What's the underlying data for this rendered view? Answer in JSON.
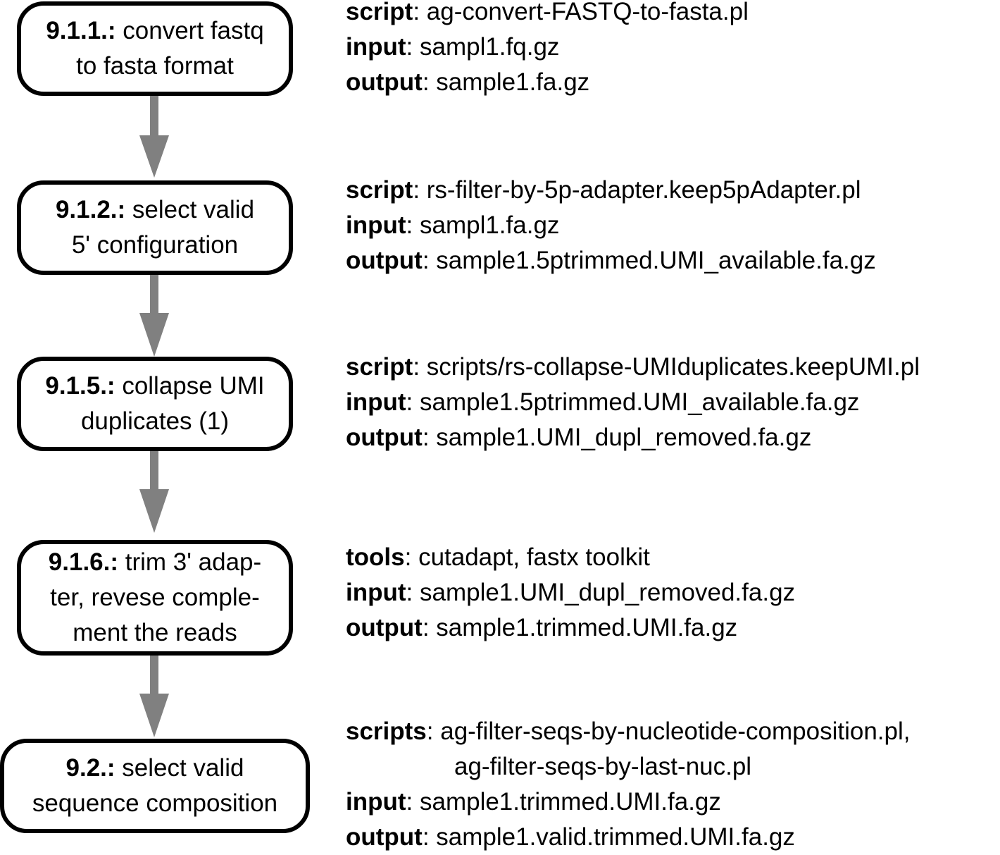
{
  "colors": {
    "box_border": "#000000",
    "arrow": "#808080",
    "background": "#ffffff",
    "text": "#000000"
  },
  "steps": [
    {
      "id": "9.1.1.:",
      "desc_line1": " convert fastq",
      "desc_line2": "to fasta format",
      "desc_line3": "",
      "info": [
        {
          "key": "script",
          "sep": ": ",
          "value": "ag-convert-FASTQ-to-fasta.pl"
        },
        {
          "key": "input",
          "sep": ": ",
          "value": "sampl1.fq.gz"
        },
        {
          "key": "output",
          "sep": ": ",
          "value": "sample1.fa.gz"
        }
      ]
    },
    {
      "id": "9.1.2.:",
      "desc_line1": " select valid",
      "desc_line2": "5' configuration",
      "desc_line3": "",
      "info": [
        {
          "key": "script",
          "sep": ": ",
          "value": "rs-filter-by-5p-adapter.keep5pAdapter.pl"
        },
        {
          "key": "input",
          "sep": ": ",
          "value": "sampl1.fa.gz"
        },
        {
          "key": "output",
          "sep": ": ",
          "value": "sample1.5ptrimmed.UMI_available.fa.gz"
        }
      ]
    },
    {
      "id": "9.1.5.:",
      "desc_line1": " collapse UMI",
      "desc_line2": "duplicates (1)",
      "desc_line3": "",
      "info": [
        {
          "key": "script",
          "sep": ": ",
          "value": "scripts/rs-collapse-UMIduplicates.keepUMI.pl"
        },
        {
          "key": "input",
          "sep": ": ",
          "value": "sample1.5ptrimmed.UMI_available.fa.gz"
        },
        {
          "key": "output",
          "sep": ": ",
          "value": "sample1.UMI_dupl_removed.fa.gz"
        }
      ]
    },
    {
      "id": "9.1.6.:",
      "desc_line1": " trim 3' adap-",
      "desc_line2": "ter, revese comple-",
      "desc_line3": "ment the reads",
      "info": [
        {
          "key": "tools",
          "sep": ": ",
          "value": "cutadapt, fastx toolkit"
        },
        {
          "key": "input",
          "sep": ": ",
          "value": "sample1.UMI_dupl_removed.fa.gz"
        },
        {
          "key": "output",
          "sep": ": ",
          "value": "sample1.trimmed.UMI.fa.gz"
        }
      ]
    },
    {
      "id": "9.2.:",
      "desc_line1": " select valid",
      "desc_line2": "sequence composition",
      "desc_line3": "",
      "info": [
        {
          "key": "scripts",
          "sep": ": ",
          "value": "ag-filter-seqs-by-nucleotide-composition.pl,"
        },
        {
          "key": "",
          "sep": "",
          "value": "ag-filter-seqs-by-last-nuc.pl"
        },
        {
          "key": "input",
          "sep": ": ",
          "value": "sample1.trimmed.UMI.fa.gz"
        },
        {
          "key": "output",
          "sep": ": ",
          "value": "sample1.valid.trimmed.UMI.fa.gz"
        }
      ]
    }
  ]
}
